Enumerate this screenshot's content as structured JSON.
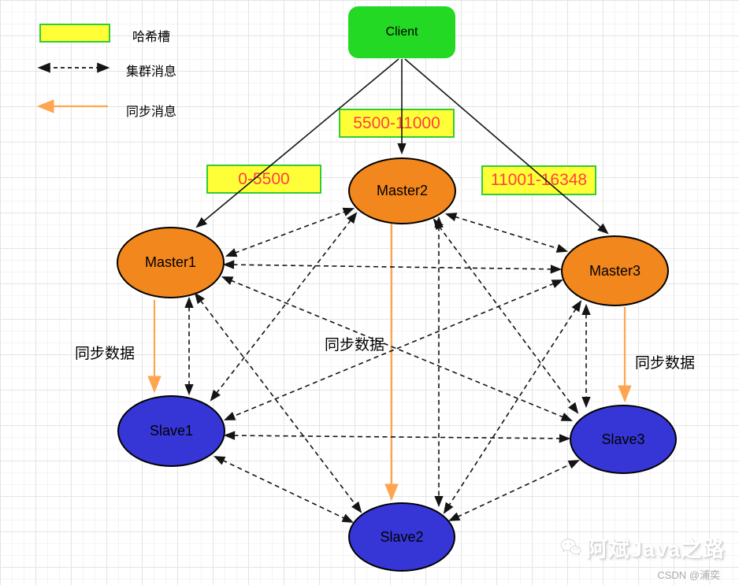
{
  "legend": {
    "hash_slot": "哈希槽",
    "cluster_message": "集群消息",
    "sync_message": "同步消息"
  },
  "client": {
    "label": "Client"
  },
  "hash_slots": {
    "master1": "0-5500",
    "master2": "5500-11000",
    "master3": "11001-16348"
  },
  "nodes": {
    "master1": {
      "label": "Master1"
    },
    "master2": {
      "label": "Master2"
    },
    "master3": {
      "label": "Master3"
    },
    "slave1": {
      "label": "Slave1"
    },
    "slave2": {
      "label": "Slave2"
    },
    "slave3": {
      "label": "Slave3"
    }
  },
  "sync_data": {
    "left": "同步数据",
    "center": "同步数据",
    "right": "同步数据"
  },
  "watermark": {
    "title": "阿斌Java之路",
    "credit": "CSDN @浦奕"
  },
  "colors": {
    "client_fill": "#23d923",
    "master_fill": "#f2871d",
    "slave_fill": "#3636d6",
    "slot_fill": "#ffff38",
    "slot_border": "#33cc33",
    "slot_text": "#ff4040",
    "sync_arrow": "#ffa550",
    "mesh_line": "#141414"
  }
}
